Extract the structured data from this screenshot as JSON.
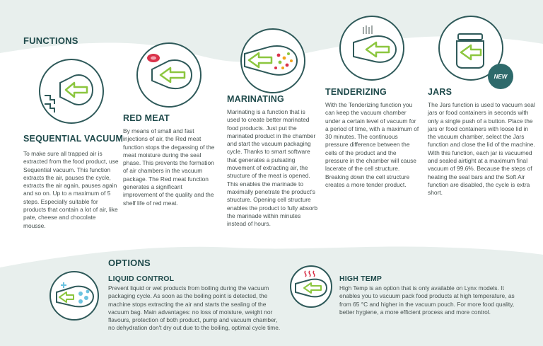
{
  "functions_title": "FUNCTIONS",
  "options_title": "OPTIONS",
  "colors": {
    "top_band": "#e7eeec",
    "bottom_band": "#e7eeec",
    "heading": "#1f4a4b",
    "arrow_green": "#8cc63f",
    "circle_border": "#2f5a5a",
    "badge": "#2e6a6b"
  },
  "functions": {
    "sequential_vacuum": {
      "title": "SEQUENTIAL VACUUM",
      "text": "To make sure all trapped air is extracted from the food product, use Sequential vacuum. This function extracts the air, pauses the cycle, extracts the air again, pauses again and so on. Up to a maximum of 5 steps. Especially suitable for products that contain a lot of air, like pate, cheese and chocolate mousse.",
      "icon": "sequential-vacuum-icon"
    },
    "red_meat": {
      "title": "RED MEAT",
      "text": "By means of small and fast injections of air, the Red meat function stops the degassing of the meat moisture during the seal phase. This prevents the formation of air chambers in the vacuum package. The Red meat function generates a significant improvement of the quality and the shelf life of red meat.",
      "icon": "red-meat-icon"
    },
    "marinating": {
      "title": "MARINATING",
      "text": "Marinating is a function that is used to create better marinated food products. Just put the marinated product in the chamber and start the vacuum packaging cycle. Thanks to smart software that generates a pulsating movement of extracting air, the structure of the meat is opened. This enables the marinade to maximally penetrate the product's structure. Opening cell structure enables the product to fully absorb the marinade within minutes instead of hours.",
      "icon": "marinating-icon"
    },
    "tenderizing": {
      "title": "TENDERIZING",
      "text": "With the Tenderizing function you can keep the vacuum chamber under a certain level of vacuum for a period of time, with a maximum of 30 minutes. The continuous pressure difference between the cells of the product and the pressure in the chamber will cause lacerate of the cell structure. Breaking down the cell structure creates a more tender product.",
      "icon": "tenderizing-icon"
    },
    "jars": {
      "title": "JARS",
      "badge": "NEW",
      "text": "The Jars function is used to vacuum seal jars or food containers in seconds with only a single push of a button. Place the jars or food containers with loose lid in the vacuum chamber, select the Jars function and close the lid of the machine. With this function, each jar is vacuumed and sealed airtight at a maximum final vacuum of 99.6%. Because the steps of heating the seal bars and the Soft Air function are disabled, the cycle is extra short.",
      "icon": "jar-icon"
    }
  },
  "options": {
    "liquid_control": {
      "title": "LIQUID CONTROL",
      "text": "Prevent liquid or wet products from boiling during the vacuum packaging cycle. As soon as the boiling point is detected, the machine stops extracting the air and starts the sealing of the vacuum bag. Main advantages: no loss of moisture, weight nor flavours, protection of both product, pump and vacuum chamber, no dehydration don't dry out due to the boiling, optimal cycle time.",
      "icon": "liquid-control-icon"
    },
    "high_temp": {
      "title": "HIGH TEMP",
      "text": "High Temp is an option that is only available on Lynx models. It enables you to vacuum pack food products at high temperature, as from 65 °C and higher in the vacuum pouch. For more food quality, better hygiene, a more efficient process and more control.",
      "icon": "high-temp-icon"
    }
  }
}
